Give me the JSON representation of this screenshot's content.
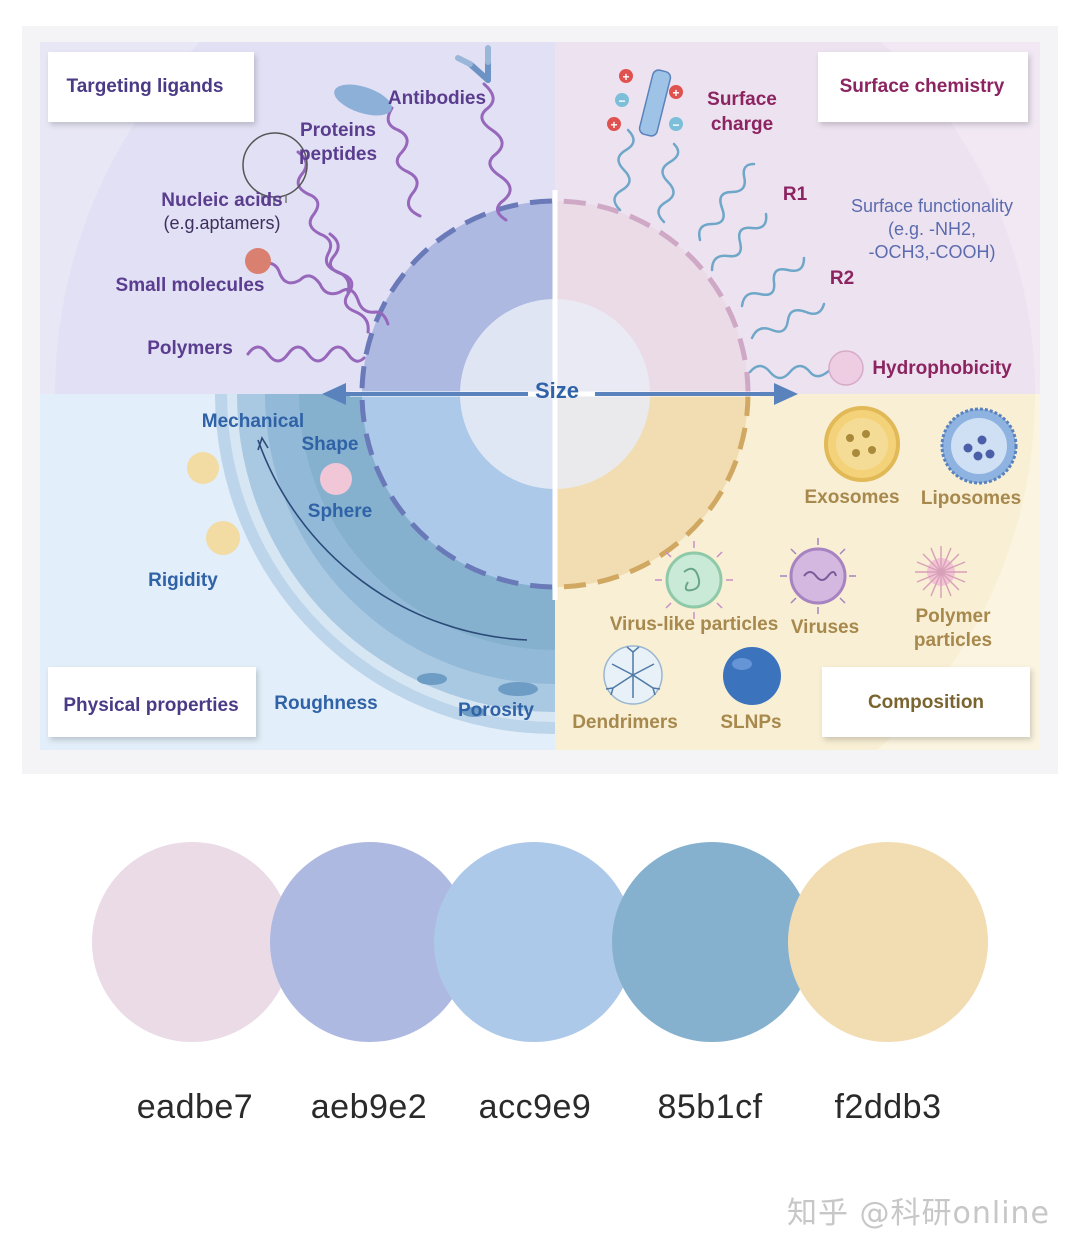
{
  "sections": {
    "top_left": {
      "title": "Targeting ligands",
      "labels": {
        "antibodies": "Antibodies",
        "proteins": "Proteins",
        "peptides": "peptides",
        "nucleic": "Nucleic acids",
        "aptamers": "(e.g.aptamers)",
        "small_molecules": "Small molecules",
        "polymers": "Polymers"
      }
    },
    "top_right": {
      "title": "Surface chemistry",
      "labels": {
        "surface": "Surface",
        "charge": "charge",
        "r1": "R1",
        "r2": "R2",
        "func1": "Surface functionality",
        "func2": "(e.g. -NH2,",
        "func3": "-OCH3,-COOH)",
        "hydrophobicity": "Hydrophobicity"
      }
    },
    "bottom_left": {
      "title": "Physical properties",
      "labels": {
        "mechanical": "Mechanical",
        "shape": "Shape",
        "sphere": "Sphere",
        "rigidity": "Rigidity",
        "roughness": "Roughness",
        "porosity": "Porosity"
      }
    },
    "bottom_right": {
      "title": "Composition",
      "labels": {
        "exosomes": "Exosomes",
        "liposomes": "Liposomes",
        "vlp": "Virus-like particles",
        "viruses": "Viruses",
        "polymer1": "Polymer",
        "polymer2": "particles",
        "dendrimers": "Dendrimers",
        "slnps": "SLNPs"
      }
    },
    "center": {
      "size_label": "Size"
    },
    "charge_signs": {
      "plus": "+",
      "minus": "−"
    }
  },
  "colors": {
    "tl_bg": "#e8e7f6",
    "tr_bg": "#f1e8f4",
    "bl_bg": "#e2eef9",
    "br_bg": "#fbf4e0",
    "ring_tl": "#aeb9e2",
    "ring_tr": "#eadbe7",
    "ring_bl": "#85b1cf",
    "ring_br": "#f2ddb3",
    "arrow": "#5a83bd"
  },
  "palette": [
    {
      "hex": "eadbe7",
      "color": "#eadbe7"
    },
    {
      "hex": "aeb9e2",
      "color": "#aeb9e2"
    },
    {
      "hex": "acc9e9",
      "color": "#acc9e9"
    },
    {
      "hex": "85b1cf",
      "color": "#85b1cf"
    },
    {
      "hex": "f2ddb3",
      "color": "#f2ddb3"
    }
  ],
  "watermark": "知乎 @科研online"
}
